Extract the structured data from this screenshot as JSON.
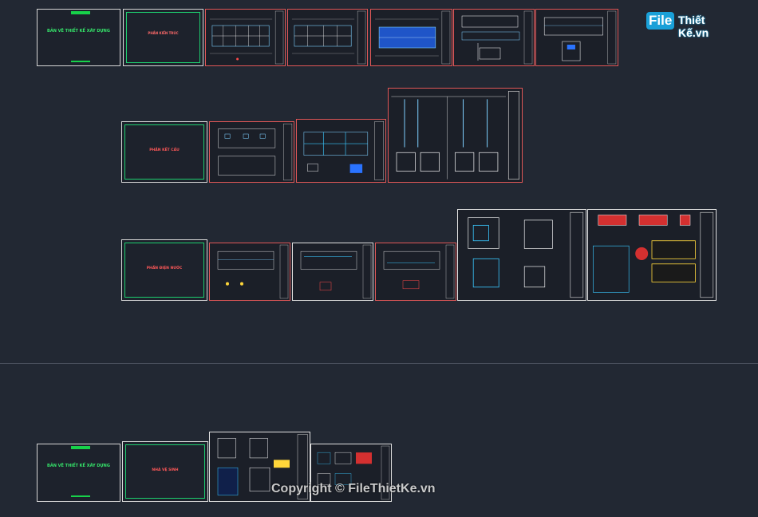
{
  "logo": {
    "file": "File",
    "rest": "Thiết Kế.vn"
  },
  "watermark": "Copyright © FileThietKe.vn",
  "row1": {
    "cover_title": "BẢN VẼ THIẾT KẾ XÂY DỰNG",
    "section_title": "PHẦN KIẾN TRÚC"
  },
  "row2": {
    "section_title": "PHẦN KẾT CẤU"
  },
  "row3": {
    "section_title": "PHẦN ĐIỆN NƯỚC"
  },
  "row4": {
    "cover_title": "BẢN VẼ THIẾT KẾ XÂY DỰNG",
    "section_title": "NHÀ VỆ SINH"
  },
  "colors": {
    "background": "#222833",
    "cover_green": "#17d24a",
    "drawing_red": "#e05757",
    "logo_blue": "#1aa0d8"
  }
}
